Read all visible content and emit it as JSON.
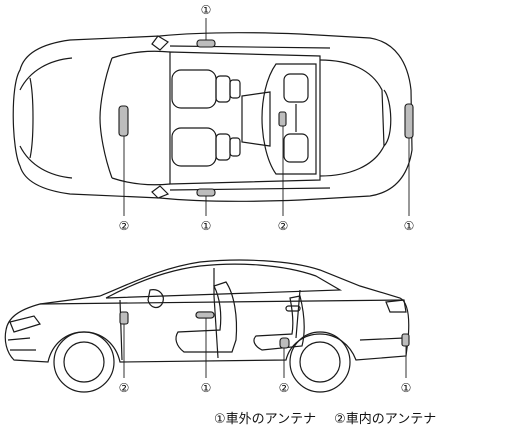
{
  "callouts": {
    "one": "①",
    "two": "②"
  },
  "legend": {
    "item1": "①車外のアンテナ",
    "item2": "②車内のアンテナ"
  },
  "colors": {
    "line": "#1a1a1a",
    "antenna_fill": "#bdbdbd"
  }
}
